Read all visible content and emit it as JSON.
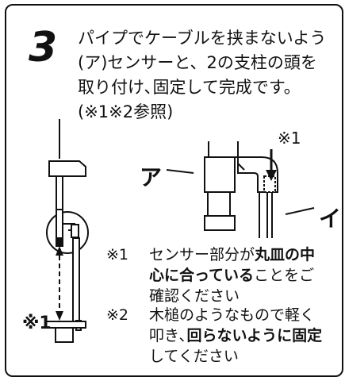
{
  "step": {
    "number": "3"
  },
  "instruction": {
    "lines": [
      "パイプでケーブルを挟まないよう",
      "(ア)センサーと、2の支柱の頭を",
      "取り付け､固定して完成です。",
      "(※1※2参照)"
    ]
  },
  "figure": {
    "label_a": "ア",
    "label_i": "イ",
    "note_ref": "※1",
    "left_ref": "※1"
  },
  "notes": [
    {
      "mark": "※1",
      "line1_pre": "センサー部分が",
      "line1_bold": "丸皿の中",
      "line2_bold": "心に合っている",
      "line2_post": "ことをご",
      "line3": "確認ください"
    },
    {
      "mark": "※2",
      "line1": "木槌のようなもので軽く",
      "line2_pre": "叩き､",
      "line2_bold": "回らないように固定",
      "line3": "してください"
    }
  ]
}
